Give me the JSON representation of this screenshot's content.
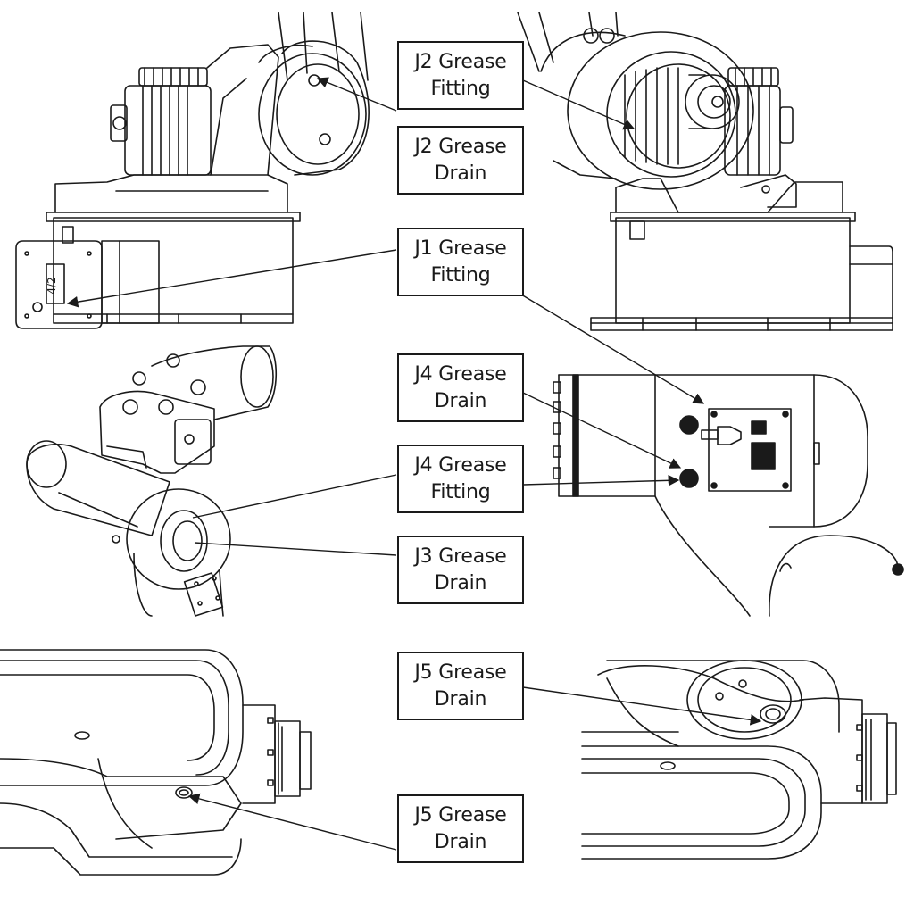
{
  "colors": {
    "ink": "#1a1a1a",
    "paper": "#ffffff",
    "shade": "#e6e6e6"
  },
  "callouts": {
    "j2_grease_fitting": "J2 Grease\nFitting",
    "j2_grease_drain": "J2 Grease\nDrain",
    "j1_grease_fitting": "J1 Grease\nFitting",
    "j4_grease_drain": "J4 Grease\nDrain",
    "j4_grease_fitting": "J4 Grease\nFitting",
    "j3_grease_drain": "J3 Grease\nDrain",
    "j5_grease_drain_top": "J5 Grease\nDrain",
    "j5_grease_drain_bottom": "J5 Grease\nDrain"
  },
  "panel_label": "4/2",
  "icons": [
    "arrow-pointer-icon"
  ]
}
